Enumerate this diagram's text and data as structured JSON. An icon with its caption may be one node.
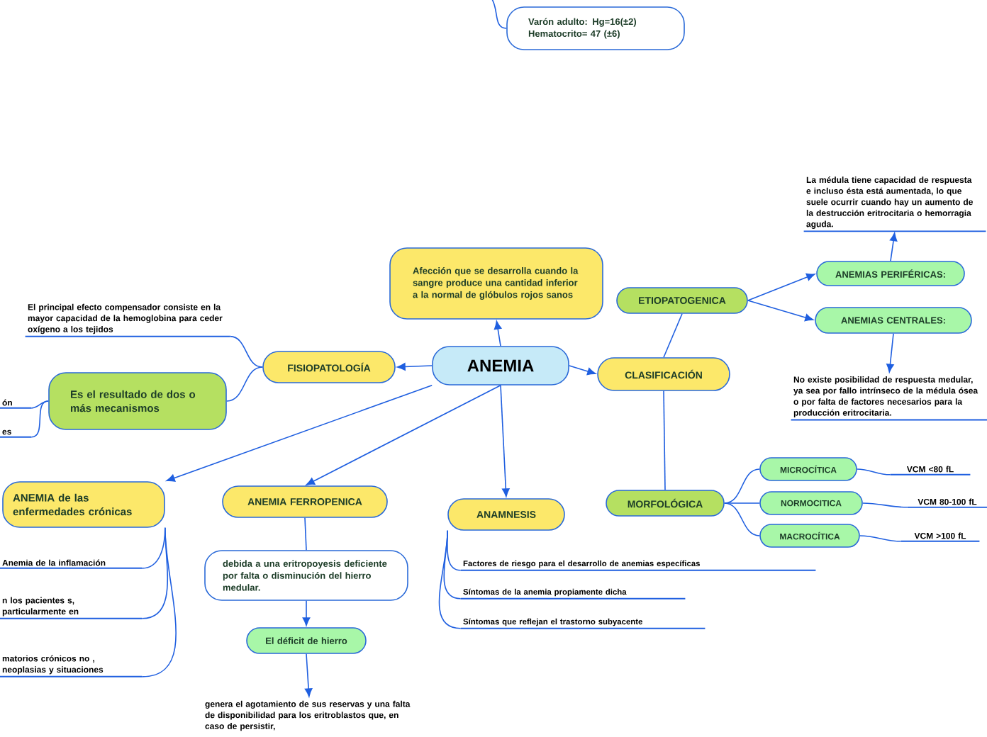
{
  "diagram": {
    "nodes": [
      {
        "text": [
          "ANEMIA"
        ]
      },
      {
        "text": [
          "Afección que se desarrolla cuando la sangre produce una cantidad inferior a la normal de glóbulos rojos sanos"
        ]
      },
      {
        "text": [
          "Varón adulto: Hg=16(±2)",
          "Hematocrito= 47 (±6)"
        ]
      },
      {
        "text": [
          "FISIOPATOLOGÍA"
        ]
      },
      {
        "text": [
          "El principal efecto compensador consiste en la mayor capacidad de la hemoglobina para ceder oxígeno a los tejidos"
        ]
      },
      {
        "text": [
          "Es el resultado de dos o más mecanismos"
        ]
      },
      {
        "text": [
          "ón"
        ]
      },
      {
        "text": [
          "es"
        ]
      },
      {
        "text": [
          "CLASIFICACIÓN"
        ]
      },
      {
        "text": [
          "ETIOPATOGENICA"
        ]
      },
      {
        "text": [
          "ANEMIAS PERIFÉRICAS:"
        ]
      },
      {
        "text": [
          "La médula tiene capacidad de respuesta e incluso ésta está aumentada, lo que suele ocurrir cuando hay un aumento de la destrucción eritrocitaria o hemorragia aguda."
        ]
      },
      {
        "text": [
          "ANEMIAS CENTRALES:"
        ]
      },
      {
        "text": [
          "No existe posibilidad de respuesta medular, ya sea por fallo intrínseco de la médula ósea o por falta de factores necesarios para la producción eritrocitaria."
        ]
      },
      {
        "text": [
          "MORFOLÓGICA"
        ]
      },
      {
        "text": [
          "MICROCÍTICA"
        ]
      },
      {
        "text": [
          "VCM <80 fL"
        ]
      },
      {
        "text": [
          "NORMOCITICA"
        ]
      },
      {
        "text": [
          "VCM 80-100 fL"
        ]
      },
      {
        "text": [
          "MACROCÍTICA"
        ]
      },
      {
        "text": [
          "VCM >100 fL"
        ]
      },
      {
        "text": [
          "ANEMIA de las enfermedades crónicas"
        ]
      },
      {
        "text": [
          "Anemia de la inflamación"
        ]
      },
      {
        "text": [
          "n los pacientes s, particularmente en"
        ]
      },
      {
        "text": [
          "matorios crónicos no , neoplasias y situaciones"
        ]
      },
      {
        "text": [
          "ANEMIA FERROPENICA"
        ]
      },
      {
        "text": [
          "debida a una eritropoyesis deficiente por falta o disminución del hierro medular."
        ]
      },
      {
        "text": [
          "El déficit de hierro"
        ]
      },
      {
        "text": [
          "genera el agotamiento de sus reservas y una falta de disponibilidad para los eritroblastos que, en caso de persistir,"
        ]
      },
      {
        "text": [
          "ANAMNESIS"
        ]
      },
      {
        "text": [
          "Factores de riesgo para el desarrollo de anemias específicas"
        ]
      },
      {
        "text": [
          "Síntomas de la anemia propiamente dicha"
        ]
      },
      {
        "text": [
          "Síntomas que reflejan el trastorno subyacente"
        ]
      }
    ],
    "edges": [
      {
        "from": 0,
        "to": 1,
        "arrow": "to"
      },
      {
        "from": null,
        "to": 2,
        "arrow": "none"
      },
      {
        "from": 0,
        "to": 3,
        "arrow": "to"
      },
      {
        "from": 3,
        "to": 4,
        "arrow": "none"
      },
      {
        "from": 3,
        "to": 5,
        "arrow": "none"
      },
      {
        "from": 5,
        "to": 6,
        "arrow": "none"
      },
      {
        "from": 5,
        "to": 7,
        "arrow": "none"
      },
      {
        "from": 0,
        "to": 8,
        "arrow": "to"
      },
      {
        "from": 8,
        "to": 9,
        "arrow": "none"
      },
      {
        "from": 9,
        "to": 10,
        "arrow": "to"
      },
      {
        "from": 9,
        "to": 12,
        "arrow": "to"
      },
      {
        "from": 10,
        "to": 11,
        "arrow": "to"
      },
      {
        "from": 12,
        "to": 13,
        "arrow": "to"
      },
      {
        "from": 8,
        "to": 14,
        "arrow": "none"
      },
      {
        "from": 14,
        "to": 15,
        "arrow": "none"
      },
      {
        "from": 14,
        "to": 17,
        "arrow": "none"
      },
      {
        "from": 14,
        "to": 19,
        "arrow": "none"
      },
      {
        "from": 15,
        "to": 16,
        "arrow": "none"
      },
      {
        "from": 17,
        "to": 18,
        "arrow": "none"
      },
      {
        "from": 19,
        "to": 20,
        "arrow": "none"
      },
      {
        "from": 0,
        "to": 21,
        "arrow": "to"
      },
      {
        "from": 21,
        "to": 22,
        "arrow": "none"
      },
      {
        "from": 21,
        "to": 23,
        "arrow": "none"
      },
      {
        "from": 21,
        "to": 24,
        "arrow": "none"
      },
      {
        "from": 0,
        "to": 25,
        "arrow": "to"
      },
      {
        "from": 25,
        "to": 26,
        "arrow": "none"
      },
      {
        "from": 26,
        "to": 27,
        "arrow": "to"
      },
      {
        "from": 27,
        "to": 28,
        "arrow": "to"
      },
      {
        "from": 0,
        "to": 29,
        "arrow": "to"
      },
      {
        "from": 29,
        "to": 30,
        "arrow": "none"
      },
      {
        "from": 29,
        "to": 31,
        "arrow": "none"
      },
      {
        "from": 29,
        "to": 32,
        "arrow": "none"
      }
    ]
  }
}
